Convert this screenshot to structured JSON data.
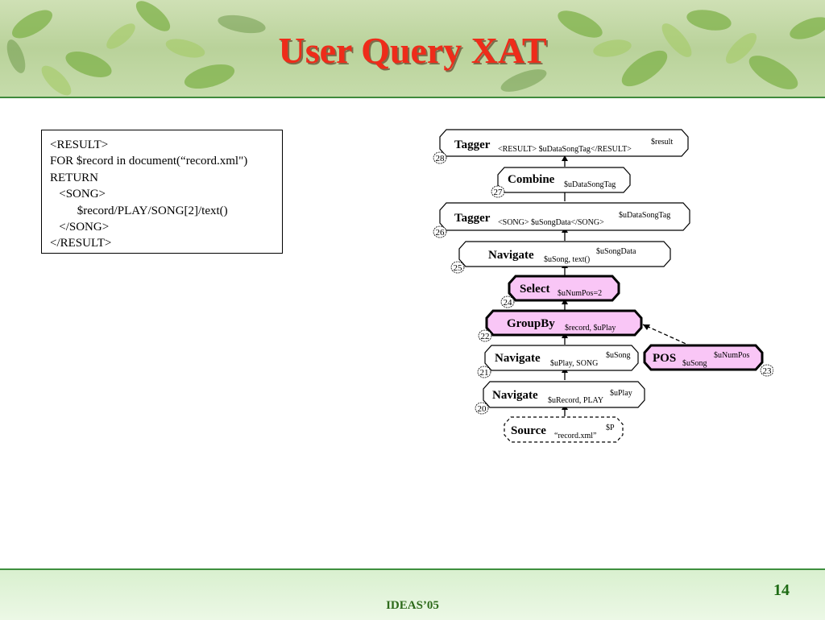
{
  "slide": {
    "title": "User Query XAT",
    "page_number": "14",
    "footer": "IDEAS’05"
  },
  "code": {
    "lines": [
      "<RESULT>",
      "FOR $record in document(“record.xml\")",
      "RETURN",
      "   <SONG>",
      "         $record/PLAY/SONG[2]/text()",
      "   </SONG>",
      "</RESULT>"
    ]
  },
  "colors": {
    "title": "#ee2c1a",
    "highlight_fill": "#f9c6f6",
    "footer_text": "#2d6a1a"
  },
  "operators": [
    {
      "id": "28",
      "name": "Tagger",
      "params": "<RESULT> $uDataSongTag</RESULT>",
      "output": "$result",
      "highlight": false,
      "dashed": false
    },
    {
      "id": "27",
      "name": "Combine",
      "params": "$uDataSongTag",
      "output": "",
      "highlight": false,
      "dashed": false
    },
    {
      "id": "26",
      "name": "Tagger",
      "params": "<SONG> $uSongData</SONG>",
      "output": "$uDataSongTag",
      "highlight": false,
      "dashed": false
    },
    {
      "id": "25",
      "name": "Navigate",
      "params": "$uSong, text()",
      "output": "$uSongData",
      "highlight": false,
      "dashed": false
    },
    {
      "id": "24",
      "name": "Select",
      "params": "$uNumPos=2",
      "output": "",
      "highlight": true,
      "dashed": false
    },
    {
      "id": "22",
      "name": "GroupBy",
      "params": "$record, $uPlay",
      "output": "",
      "highlight": true,
      "dashed": false
    },
    {
      "id": "21",
      "name": "Navigate",
      "params": "$uPlay, SONG",
      "output": "$uSong",
      "highlight": false,
      "dashed": false
    },
    {
      "id": "23",
      "name": "POS",
      "params": "$uSong",
      "output": "$uNumPos",
      "highlight": true,
      "dashed": false
    },
    {
      "id": "20",
      "name": "Navigate",
      "params": "$uRecord, PLAY",
      "output": "$uPlay",
      "highlight": false,
      "dashed": false
    },
    {
      "id": "",
      "name": "Source",
      "params": "“record.xml”",
      "output": "$P",
      "highlight": false,
      "dashed": true
    }
  ]
}
